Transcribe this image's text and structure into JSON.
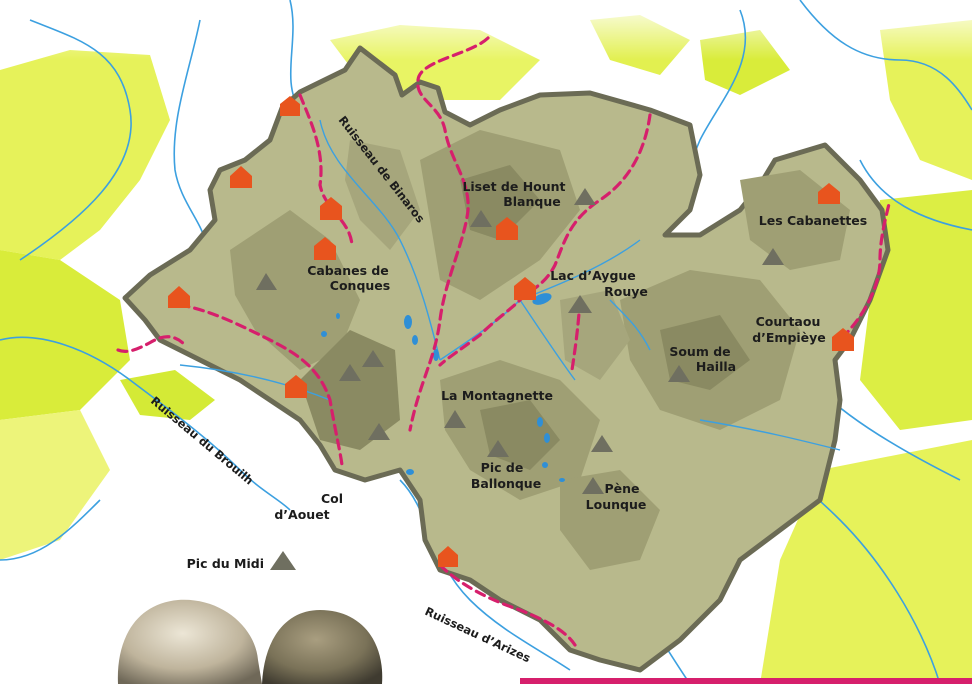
{
  "map": {
    "labels": {
      "liset": [
        "Liset de Hount",
        "Blanque"
      ],
      "cabanettes": [
        "Les Cabanettes"
      ],
      "cabanes": [
        "Cabanes de",
        "Conques"
      ],
      "lac": [
        "Lac d’Aygue",
        "Rouye"
      ],
      "courtaou": [
        "Courtaou",
        "d’Empièye"
      ],
      "soum": [
        "Soum de",
        "Hailla"
      ],
      "montagnette": [
        "La Montagnette"
      ],
      "ballonque": [
        "Pic de",
        "Ballonque"
      ],
      "pene": [
        "Pène",
        "Lounque"
      ],
      "col": [
        "Col",
        "d’Aouet"
      ],
      "pic_midi": [
        "Pic du Midi"
      ]
    },
    "rivers": {
      "binaros": "Ruisseau de Binaros",
      "brouilh": "Ruisseau du Brouilh",
      "arizes": "Ruisseau d’Arizes"
    },
    "colors": {
      "land": "#b8b98c",
      "relief": "#9f9f74",
      "relief_dark": "#8a8a62",
      "border": "#6b6b55",
      "trail": "#d61f6c",
      "hut": "#e8541e",
      "peak": "#6f6f60",
      "water": "#2f8fd6",
      "meadow": "#d4ea36"
    },
    "icons": [
      "hut-icon",
      "peak-icon",
      "lake-icon",
      "stone-icon"
    ]
  }
}
